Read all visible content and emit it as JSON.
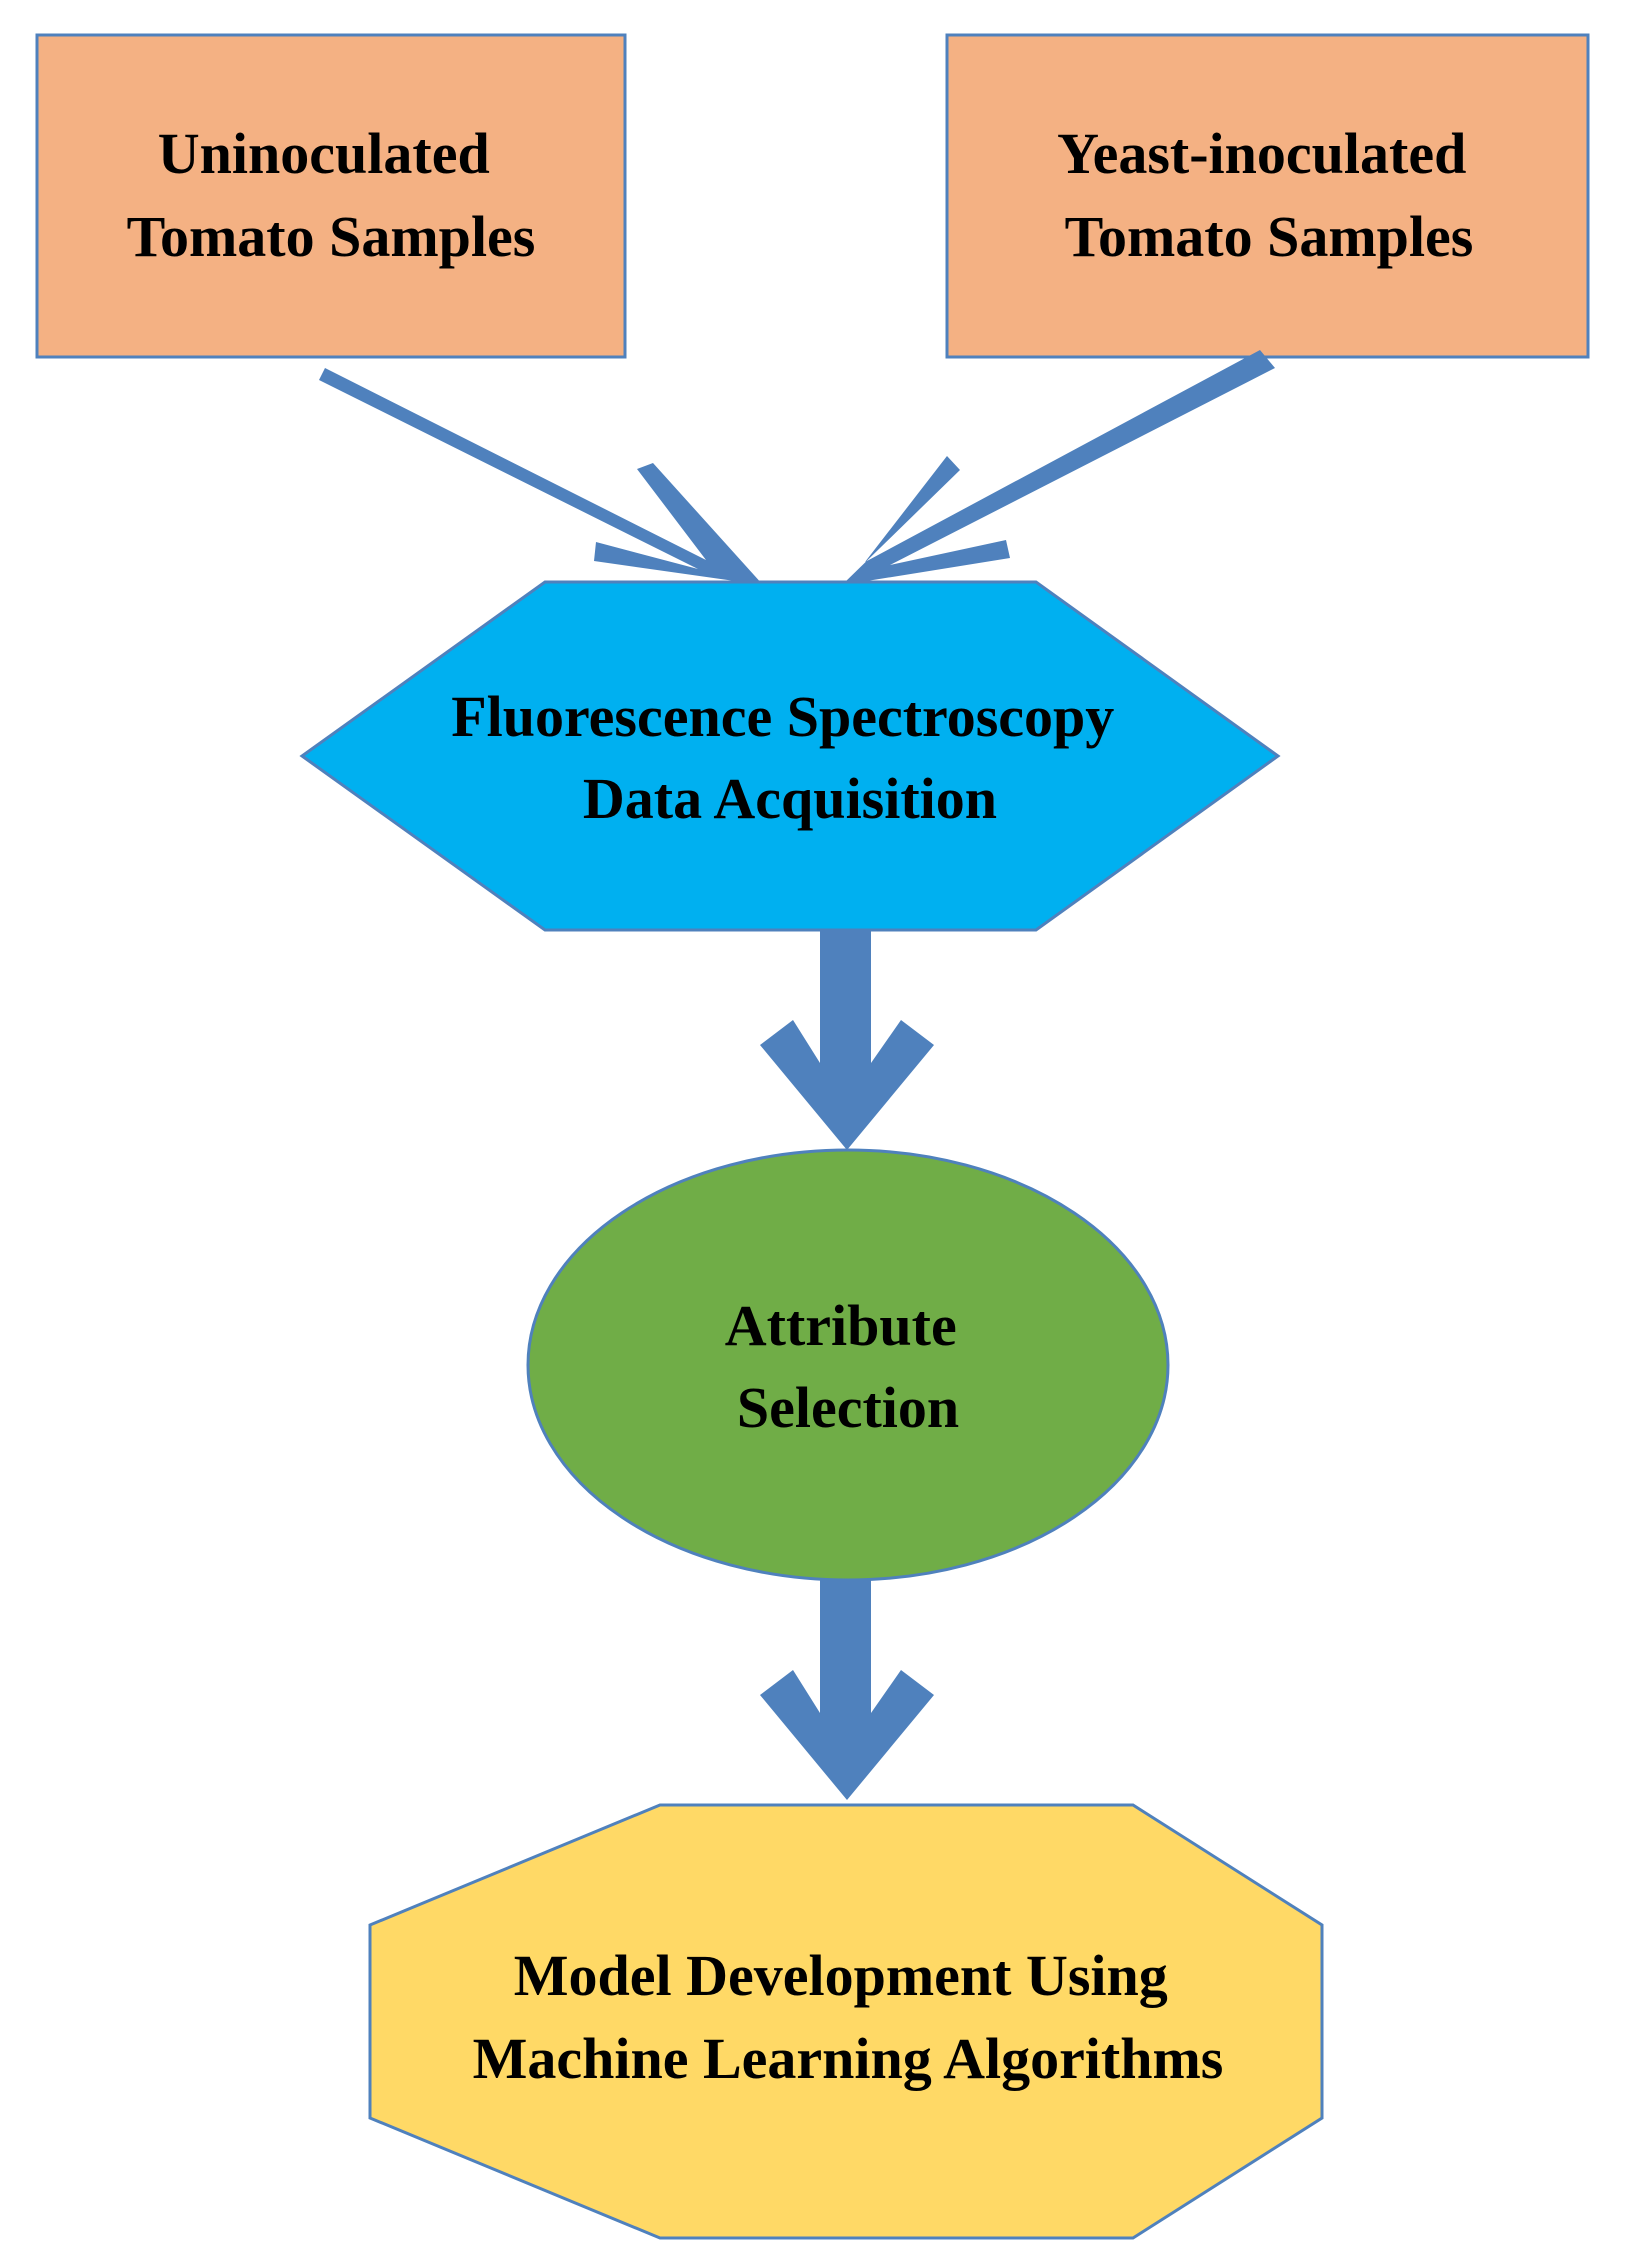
{
  "colors": {
    "sample_box": "#f4b183",
    "acquisition": "#00b0f0",
    "attribute": "#70ad47",
    "model": "#ffd966",
    "arrow": "#4f81bd",
    "outline": "#4f81bd"
  },
  "nodes": {
    "uninoculated": {
      "line1": "Uninoculated",
      "line2": "Tomato Samples"
    },
    "yeast": {
      "line1": "Yeast-inoculated",
      "line2": "Tomato Samples"
    },
    "acquisition": {
      "line1": "Fluorescence Spectroscopy",
      "line2": "Data Acquisition"
    },
    "attribute": {
      "line1": "Attribute",
      "line2": "Selection"
    },
    "model": {
      "line1": "Model Development Using",
      "line2": "Machine Learning Algorithms"
    }
  },
  "edges": [
    {
      "from": "uninoculated",
      "to": "acquisition"
    },
    {
      "from": "yeast",
      "to": "acquisition"
    },
    {
      "from": "acquisition",
      "to": "attribute"
    },
    {
      "from": "attribute",
      "to": "model"
    }
  ]
}
